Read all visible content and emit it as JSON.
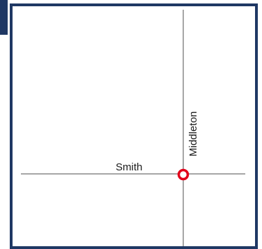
{
  "map": {
    "streets": [
      {
        "id": "horizontal",
        "name": "Smith"
      },
      {
        "id": "vertical",
        "name": "Middleton"
      }
    ],
    "colors": {
      "frame": "#1f3864",
      "street": "#a6a6a6",
      "marker": "#e2001a",
      "label": "#1a1a1a",
      "background": "#ffffff"
    },
    "marker_icon": "intersection-marker-icon"
  }
}
